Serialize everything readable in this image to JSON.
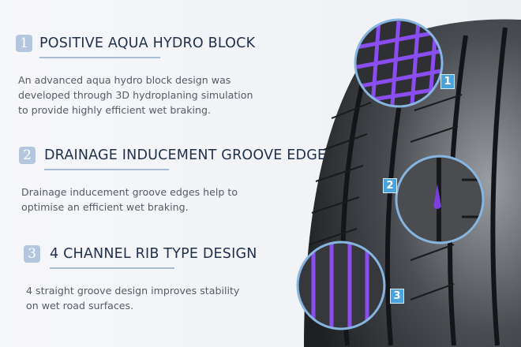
{
  "features": [
    {
      "number": "1",
      "title": "POSITIVE AQUA HYDRO BLOCK",
      "lines": [
        "An advanced aqua hydro block design was",
        "developed through 3D hydroplaning simulation",
        "to provide highly efficient wet braking."
      ]
    },
    {
      "number": "2",
      "title": "DRAINAGE INDUCEMENT GROOVE EDGE",
      "lines": [
        "Drainage inducement groove edges help to",
        "optimise an efficient wet braking."
      ]
    },
    {
      "number": "3",
      "title": "4 CHANNEL RIB TYPE DESIGN",
      "lines": [
        "4 straight groove design improves stability",
        "on wet road surfaces."
      ]
    }
  ],
  "colors": {
    "accent": "#4aa3db",
    "groove_highlight": "#7b3fe0",
    "heading": "#1f2f4a"
  }
}
